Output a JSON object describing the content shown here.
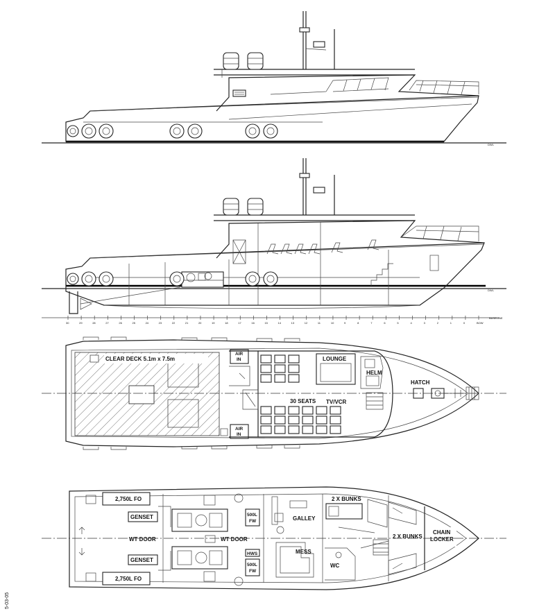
{
  "labels": {
    "clear_deck": "CLEAR DECK 5.1m x 7.5m",
    "air_in_top": [
      "AIR",
      "IN"
    ],
    "air_in_bottom": [
      "AIR",
      "IN"
    ],
    "lounge": "LOUNGE",
    "helm": "HELM",
    "hatch": "HATCH",
    "seats": "30 SEATS",
    "tv_vcr": "TV/VCR",
    "fo_top": "2,750L FO",
    "fo_bottom": "2,750L FO",
    "genset_top": "GENSET",
    "genset_bottom": "GENSET",
    "wt_door_1": "WT DOOR",
    "wt_door_2": "WT DOOR",
    "fw_top": [
      "500L",
      "FW"
    ],
    "fw_bottom": [
      "500L",
      "FW"
    ],
    "hws": "HWS",
    "galley": "GALLEY",
    "mess": "MESS",
    "wc": "WC",
    "bunks_1": "2 X BUNKS",
    "bunks_2": "2 X BUNKS",
    "chain_locker": [
      "CHAIN",
      "LOCKER"
    ],
    "side_stamp": "5-03-05"
  },
  "frame_numbers": [
    "30",
    "29",
    "28",
    "27",
    "26",
    "25",
    "24",
    "23",
    "22",
    "21",
    "20",
    "19",
    "18",
    "17",
    "16",
    "15",
    "14",
    "13",
    "12",
    "11",
    "10",
    "9",
    "8",
    "7",
    "6",
    "5",
    "4",
    "3",
    "2",
    "1",
    "0",
    "BOW"
  ]
}
